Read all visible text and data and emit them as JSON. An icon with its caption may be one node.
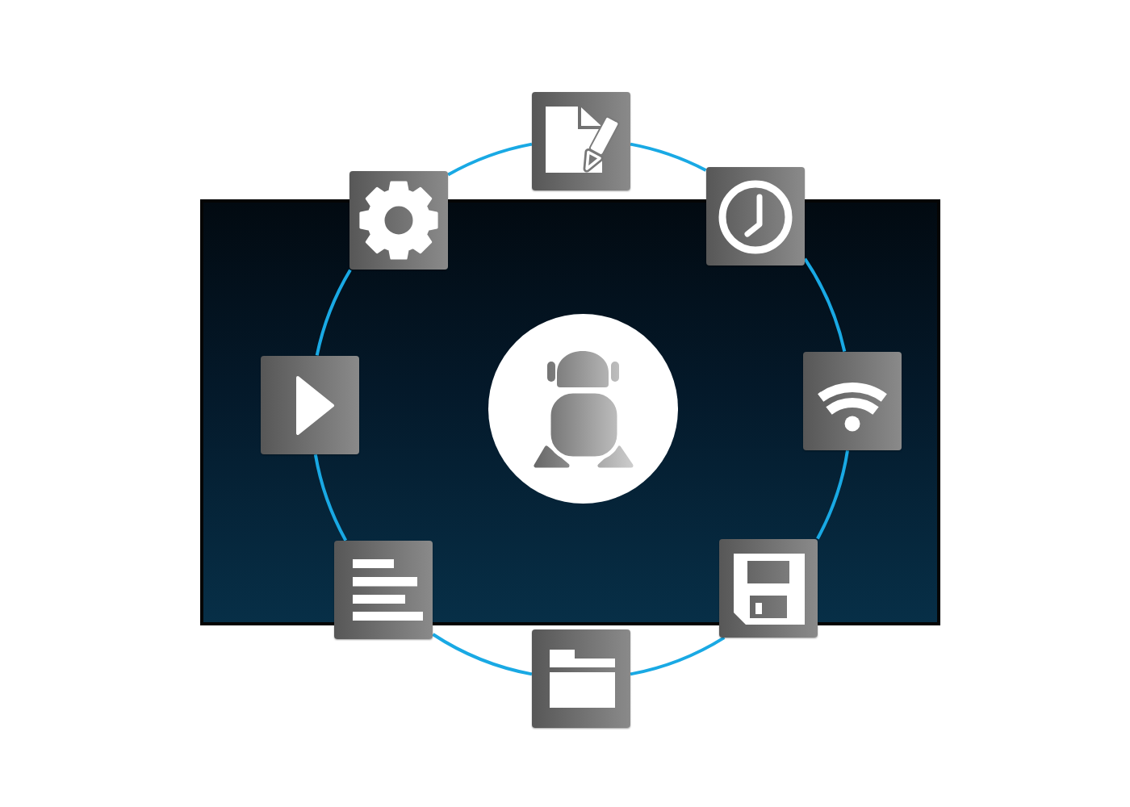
{
  "diagram": {
    "nodes": [
      {
        "text": [],
        "shape": "box"
      },
      {
        "text": [],
        "shape": "box"
      },
      {
        "text": [],
        "shape": "box"
      },
      {
        "text": [],
        "shape": "box"
      },
      {
        "text": [],
        "shape": "box"
      },
      {
        "text": [],
        "shape": "box"
      },
      {
        "text": [],
        "shape": "box"
      },
      {
        "text": [],
        "shape": "box"
      },
      {
        "text": [],
        "shape": "circle"
      }
    ],
    "edges": [
      {
        "from": 0,
        "to": 1,
        "arrow": "none"
      },
      {
        "from": 1,
        "to": 2,
        "arrow": "none"
      },
      {
        "from": 2,
        "to": 3,
        "arrow": "none"
      },
      {
        "from": 3,
        "to": 4,
        "arrow": "none"
      },
      {
        "from": 4,
        "to": 5,
        "arrow": "none"
      },
      {
        "from": 5,
        "to": 6,
        "arrow": "none"
      },
      {
        "from": 6,
        "to": 7,
        "arrow": "none"
      },
      {
        "from": 7,
        "to": 0,
        "arrow": "none"
      }
    ]
  }
}
